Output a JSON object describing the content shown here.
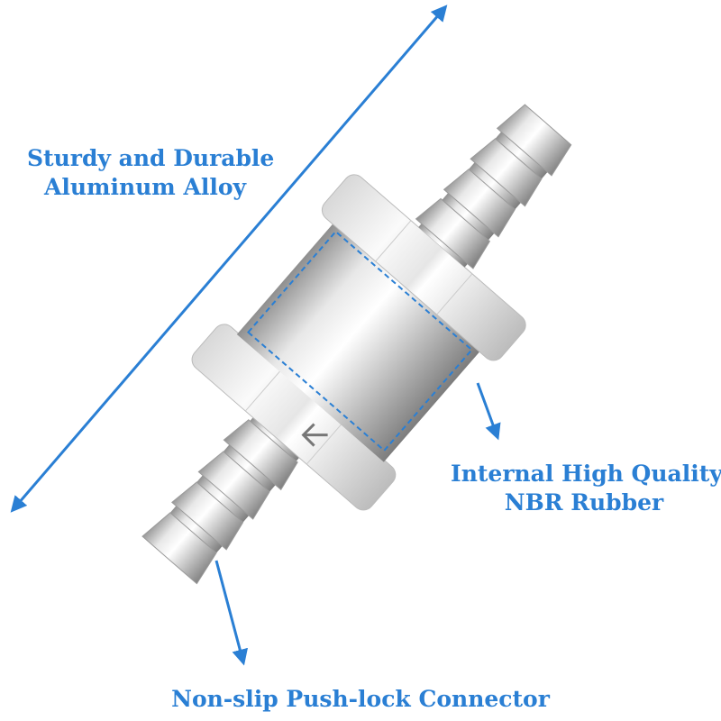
{
  "callouts": {
    "alloy": [
      "Sturdy and Durable",
      "Aluminum Alloy"
    ],
    "rubber": [
      "Internal High Quality",
      "NBR Rubber"
    ],
    "connector": "Non-slip Push-lock Connector"
  },
  "colors": {
    "accent": "#2a7fd4",
    "metal_light": "#f2f2f2",
    "metal_dark": "#9a9a9a"
  }
}
